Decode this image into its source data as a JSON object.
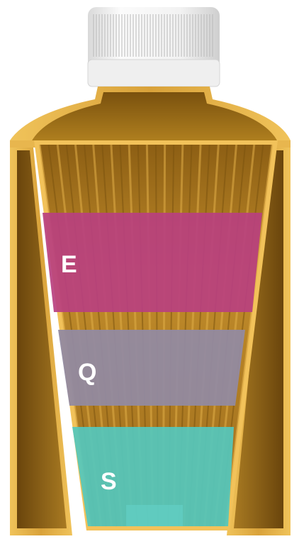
{
  "colors": {
    "cap": "#eeeeee",
    "gold_light": "#e2b24a",
    "gold_mid": "#c89530",
    "gold_dark": "#7c5410",
    "interior": "#a8771e",
    "layer_e": "#b8407f",
    "layer_q": "#928aa0",
    "layer_s": "#55c7bc"
  },
  "layers": [
    {
      "id": "e",
      "label": "E",
      "icon": "solid-band"
    },
    {
      "id": "q",
      "label": "Q",
      "icon": "solid-band"
    },
    {
      "id": "s",
      "label": "S",
      "icon": "solid-band"
    }
  ]
}
